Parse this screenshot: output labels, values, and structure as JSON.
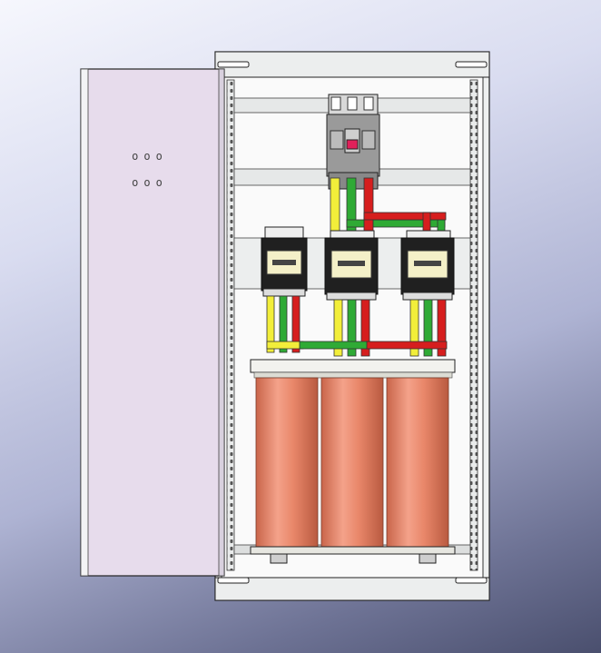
{
  "scene": {
    "description_free": true,
    "colors": {
      "cabinet": "#eef0f0",
      "door": "#e6dcee",
      "phase_yellow": "#f2ee3a",
      "phase_green": "#2faa35",
      "phase_red": "#d61e1e",
      "coil": "#e8886a",
      "breaker_body": "#9a9a9a",
      "breaker_switch": "#e0205a"
    }
  },
  "door": {
    "holes_row1": "ooo",
    "holes_row2": "ooo"
  },
  "contactors": {
    "count": 3
  },
  "transformer": {
    "coils": 3
  }
}
